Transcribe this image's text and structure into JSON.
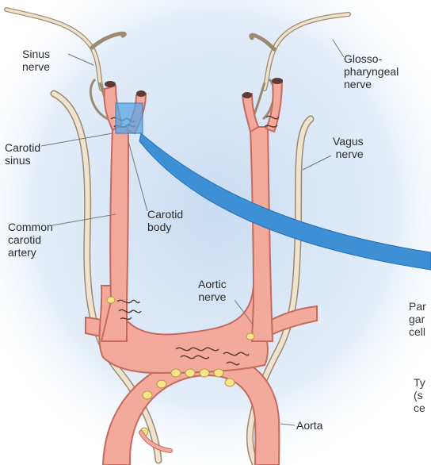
{
  "labels": {
    "sinus_nerve": "Sinus\nnerve",
    "glossopharyngeal_nerve": "Glosso-\npharyngeal\nnerve",
    "carotid_sinus": "Carotid\nsinus",
    "vagus_nerve": "Vagus\nnerve",
    "carotid_body": "Carotid\nbody",
    "common_carotid_artery": "Common\ncarotid\nartery",
    "aortic_nerve": "Aortic\nnerve",
    "aorta": "Aorta",
    "cut_text_1": "Par\ngar\ncell",
    "cut_text_2": "Ty\n(s\nce"
  },
  "colors": {
    "artery_fill": "#f3a99c",
    "artery_outline": "#c46a5e",
    "nerve_fill": "#efe3cf",
    "nerve_outline": "#9b8a70",
    "callout_blue": "#3d8fd6",
    "background_tint": "#c9dcf3",
    "glomus_cells": "#f7e48a"
  }
}
